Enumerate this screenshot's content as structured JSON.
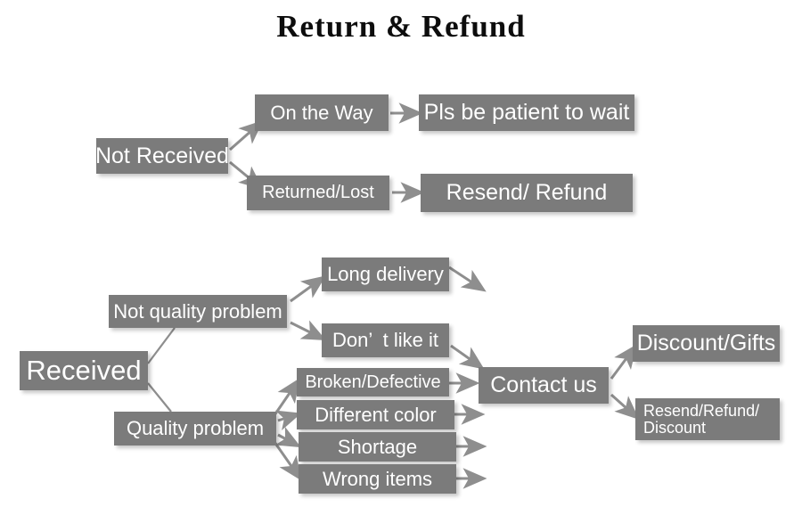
{
  "title": "Return & Refund",
  "colors": {
    "node_fill": "#7b7b7b",
    "node_text": "#ffffff",
    "connector": "#8e8e8e",
    "background": "#ffffff",
    "title_text": "#0d0d0d"
  },
  "diagram": {
    "type": "flowchart",
    "branches": [
      {
        "name": "not-received",
        "root": "Not Received",
        "paths": [
          {
            "condition": "On the Way",
            "outcome": "Pls be patient to wait"
          },
          {
            "condition": "Returned/Lost",
            "outcome": "Resend/ Refund"
          }
        ]
      },
      {
        "name": "received",
        "root": "Received",
        "paths": [
          {
            "condition": "Not quality problem",
            "issues": [
              "Long delivery",
              "Don’  t like it"
            ],
            "action": "Contact us",
            "outcomes": [
              "Discount/Gifts",
              "Resend/Refund/\nDiscount"
            ]
          },
          {
            "condition": "Quality problem",
            "issues": [
              "Broken/Defective",
              "Different color",
              "Shortage",
              "Wrong items"
            ],
            "action": "Contact us",
            "outcomes": [
              "Discount/Gifts",
              "Resend/Refund/\nDiscount"
            ]
          }
        ]
      }
    ],
    "nodes": {
      "not_received": "Not Received",
      "on_the_way": "On the Way",
      "pls_wait": "Pls be patient to wait",
      "returned_lost": "Returned/Lost",
      "resend_refund": "Resend/ Refund",
      "received": "Received",
      "not_quality_problem": "Not quality problem",
      "long_delivery": "Long delivery",
      "dont_like_it": "Don’  t like it",
      "quality_problem": "Quality problem",
      "broken_defective": "Broken/Defective",
      "different_color": "Different color",
      "shortage": "Shortage",
      "wrong_items": "Wrong items",
      "contact_us": "Contact us",
      "discount_gifts": "Discount/Gifts",
      "resend_refund_discount": "Resend/Refund/\nDiscount"
    }
  }
}
